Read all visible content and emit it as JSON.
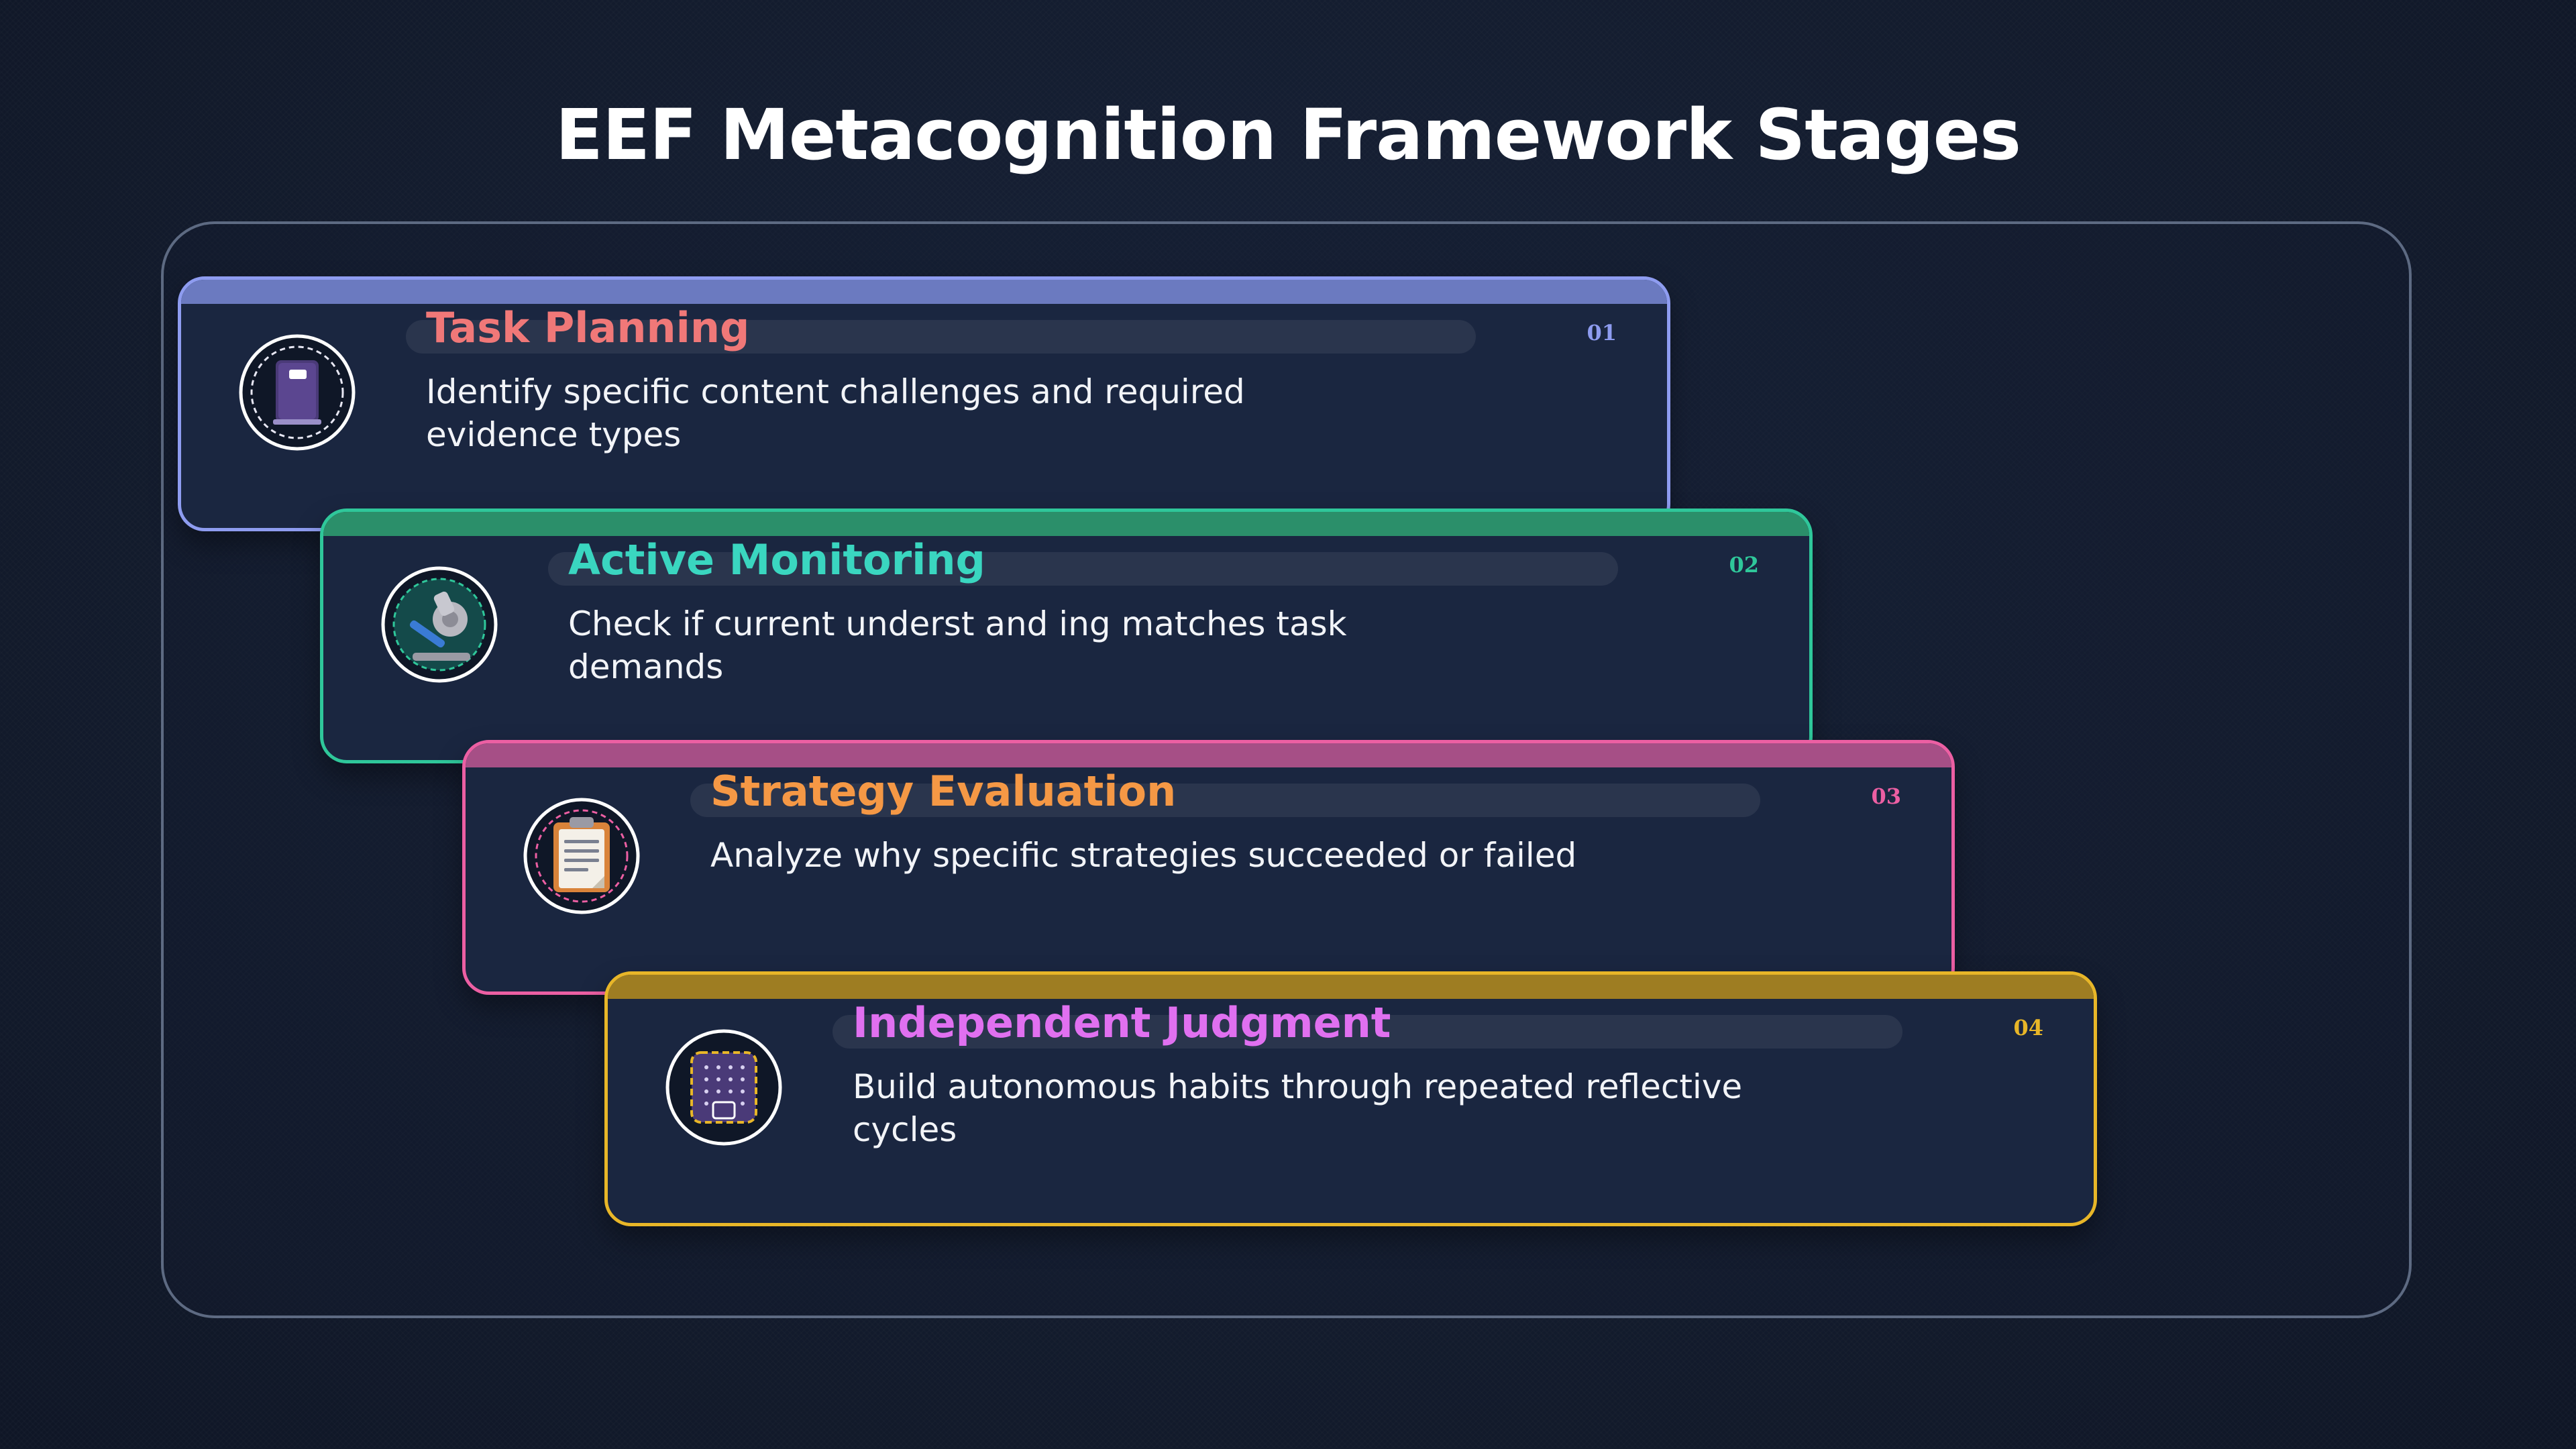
{
  "title": "EEF Metacognition Framework Stages",
  "stages": [
    {
      "number": "01",
      "title": "Task Planning",
      "description": "Identify specific content challenges and required evidence types",
      "icon": "book-icon",
      "border_color": "#8e9cf0",
      "title_color": "#f07878"
    },
    {
      "number": "02",
      "title": "Active Monitoring",
      "description": "Check if current underst and ing matches task demands",
      "icon": "microscope-icon",
      "border_color": "#2fc79a",
      "title_color": "#3ad6c0"
    },
    {
      "number": "03",
      "title": "Strategy Evaluation",
      "description": "Analyze why specific strategies succeeded or failed",
      "icon": "clipboard-icon",
      "border_color": "#ec5fa3",
      "title_color": "#f59845"
    },
    {
      "number": "04",
      "title": "Independent Judgment",
      "description": "Build autonomous habits through repeated reflective cycles",
      "icon": "grid-board-icon",
      "border_color": "#e8b628",
      "title_color": "#e070f0"
    }
  ]
}
